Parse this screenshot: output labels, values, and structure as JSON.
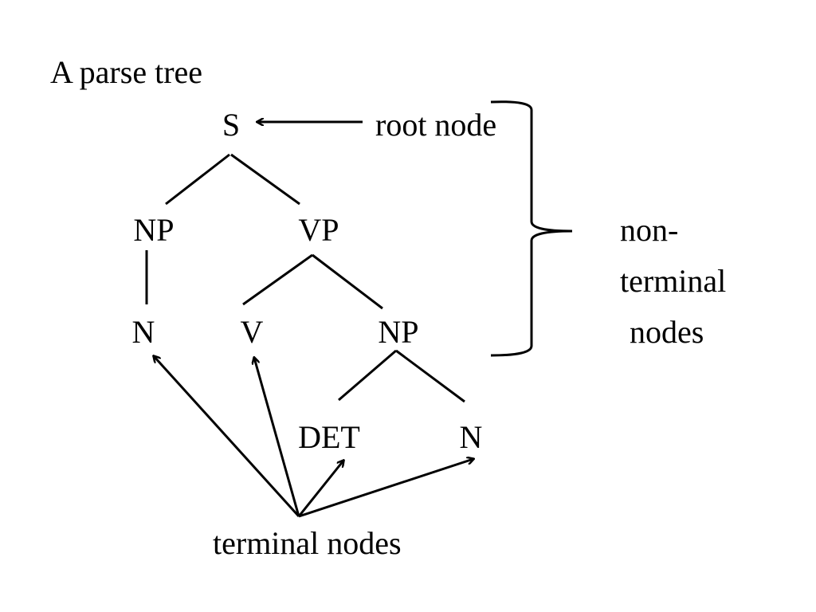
{
  "title": "A parse tree",
  "nodes": {
    "s": "S",
    "np_left": "NP",
    "vp": "VP",
    "n_left": "N",
    "v": "V",
    "np_right": "NP",
    "det": "DET",
    "n_right": "N"
  },
  "labels": {
    "root_node": "root node",
    "non_terminal_line1": "non-",
    "non_terminal_line2": "terminal",
    "non_terminal_line3": "nodes",
    "terminal_nodes": "terminal nodes"
  }
}
